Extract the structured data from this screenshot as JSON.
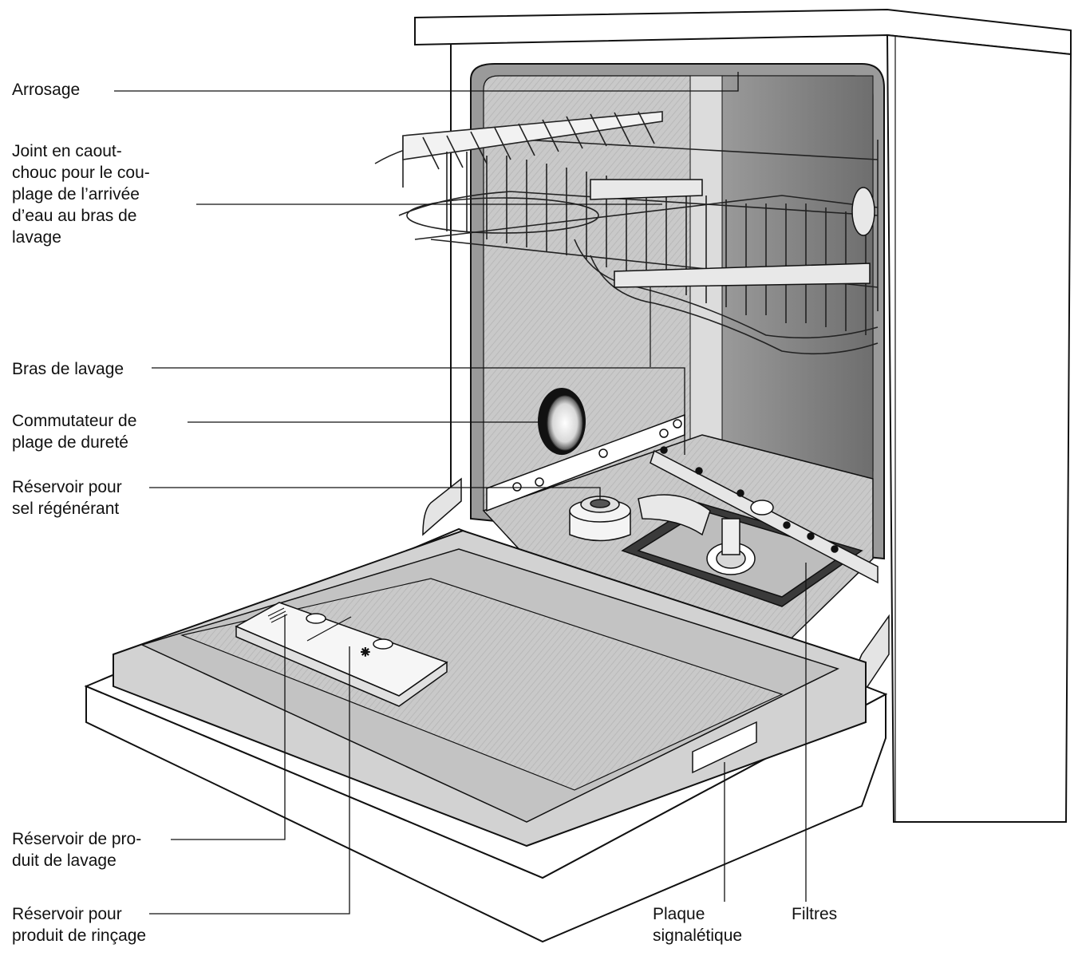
{
  "diagram": {
    "labels": {
      "arrosage": "Arrosage",
      "joint": "Joint en caout-\nchouc pour le cou-\nplage de l’arrivée\nd’eau au bras de\nlavage",
      "bras_lavage": "Bras de lavage",
      "commutateur": "Commutateur de\nplage de dureté",
      "reservoir_sel": "Réservoir pour\nsel régénérant",
      "reservoir_produit_lavage": "Réservoir de pro-\nduit de lavage",
      "reservoir_rincage": "Réservoir pour\nproduit de rinçage",
      "plaque": "Plaque\nsignalétique",
      "filtres": "Filtres"
    }
  },
  "colors": {
    "line": "#111111",
    "cabinet": "#ffffff",
    "interior": "#c8c8c8",
    "interior_dark": "#8a8a8a",
    "door_inner": "#bdbdbd",
    "rack": "#222222"
  }
}
